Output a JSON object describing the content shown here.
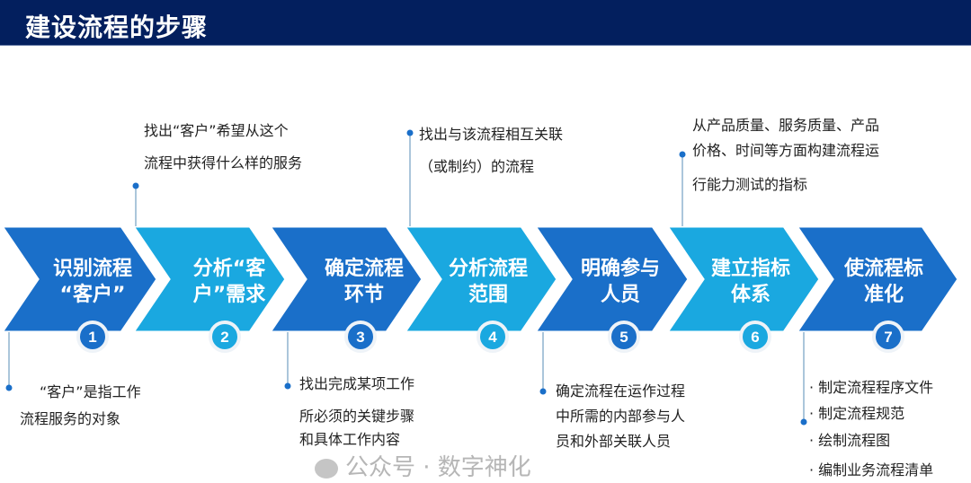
{
  "header": {
    "title": "建设流程的步骤"
  },
  "colors": {
    "header": "#031f5e",
    "dark_step": "#1a6fc9",
    "light_step": "#1aa8e0"
  },
  "steps": [
    {
      "number": "1",
      "line1": "识别流程",
      "line2": "“客户”"
    },
    {
      "number": "2",
      "line1": "分析“客",
      "line2": "户”需求"
    },
    {
      "number": "3",
      "line1": "确定流程",
      "line2": "环节"
    },
    {
      "number": "4",
      "line1": "分析流程",
      "line2": "范围"
    },
    {
      "number": "5",
      "line1": "明确参与",
      "line2": "人员"
    },
    {
      "number": "6",
      "line1": "建立指标",
      "line2": "体系"
    },
    {
      "number": "7",
      "line1": "使流程标",
      "line2": "准化"
    }
  ],
  "notes": {
    "step1": [
      "“客户”是指工作",
      "流程服务的对象"
    ],
    "step2": [
      "找出“客户”希望从这个",
      "流程中获得什么样的服务"
    ],
    "step3": [
      "找出完成某项工作",
      "所必须的关键步骤",
      "和具体工作内容"
    ],
    "step4": [
      "找出与该流程相互关联",
      "（或制约）的流程"
    ],
    "step5": [
      "确定流程在运作过程",
      "中所需的内部参与人",
      "员和外部关联人员"
    ],
    "step6": [
      "从产品质量、服务质量、产品",
      "价格、时间等方面构建流程运",
      "行能力测试的指标"
    ],
    "step7": [
      "· 制定流程程序文件",
      "· 制定流程规范",
      "· 绘制流程图",
      "· 编制业务流程清单"
    ]
  },
  "watermark": "公众号 · 数字神化"
}
